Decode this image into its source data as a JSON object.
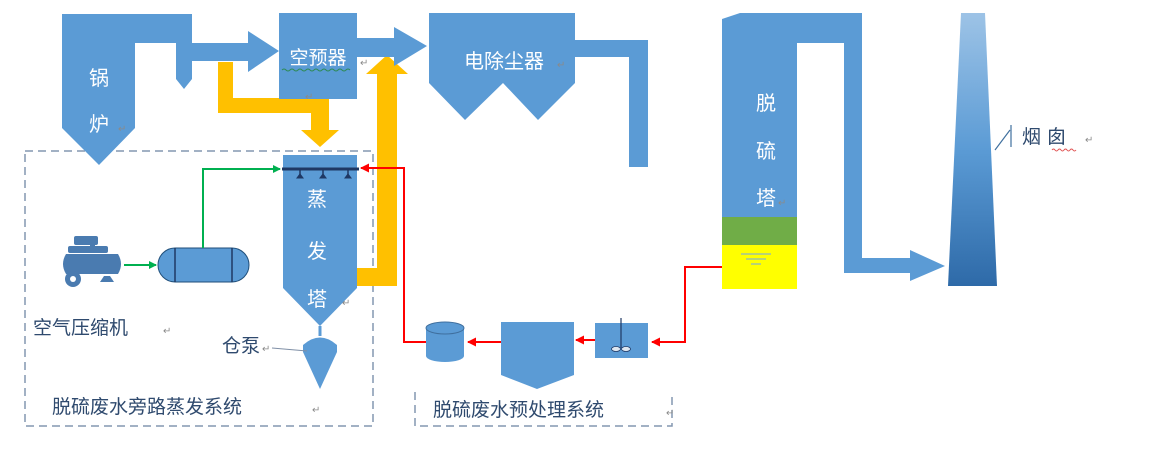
{
  "diagram": {
    "title": "",
    "colors": {
      "equipment": "#5b9bd5",
      "equipment_dark": "#3f6f9e",
      "flue_bypass": "#ffc000",
      "compressed_air": "#00b050",
      "wastewater": "#ff0000",
      "nozzle_bar": "#1f3864",
      "slurry": "#ffff00",
      "packing": "#70ad47",
      "dashed_border": "#8497b0",
      "label_dark": "#2f4a6e"
    },
    "nodes": {
      "boiler": {
        "label_line1": "锅",
        "label_line2": "炉"
      },
      "air_preheater": {
        "label": "空预器"
      },
      "esp": {
        "label": "电除尘器"
      },
      "desulfurization_tower": {
        "label_line1": "脱",
        "label_line2": "硫",
        "label_line3": "塔"
      },
      "chimney": {
        "label": "烟 囱"
      },
      "evaporation_tower": {
        "label_line1": "蒸",
        "label_line2": "发",
        "label_line3": "塔"
      },
      "air_compressor": {
        "label": "空气压缩机"
      },
      "silo_pump": {
        "label": "仓泵"
      },
      "air_tank": {
        "label": ""
      },
      "buffer_tank": {
        "label": ""
      },
      "clarifier": {
        "label": ""
      },
      "mixing_tank": {
        "label": ""
      }
    },
    "groups": {
      "bypass_evaporation_system": {
        "label": "脱硫废水旁路蒸发系统"
      },
      "pretreatment_system": {
        "label": "脱硫废水预处理系统"
      }
    },
    "paragraph_mark": "↵",
    "edges": [
      {
        "from": "boiler",
        "to": "air_preheater",
        "type": "flue_gas"
      },
      {
        "from": "air_preheater",
        "to": "esp",
        "type": "flue_gas"
      },
      {
        "from": "esp",
        "to": "desulfurization_tower",
        "type": "flue_gas"
      },
      {
        "from": "desulfurization_tower",
        "to": "chimney",
        "type": "flue_gas"
      },
      {
        "from": "boiler",
        "to": "evaporation_tower",
        "type": "bypass_flue_gas"
      },
      {
        "from": "evaporation_tower",
        "to": "air_preheater",
        "type": "bypass_flue_gas_return"
      },
      {
        "from": "air_compressor",
        "to": "air_tank",
        "type": "compressed_air"
      },
      {
        "from": "air_tank",
        "to": "evaporation_tower",
        "type": "compressed_air"
      },
      {
        "from": "desulfurization_tower",
        "to": "mixing_tank",
        "type": "wastewater"
      },
      {
        "from": "mixing_tank",
        "to": "clarifier",
        "type": "wastewater"
      },
      {
        "from": "clarifier",
        "to": "buffer_tank",
        "type": "wastewater"
      },
      {
        "from": "buffer_tank",
        "to": "evaporation_tower",
        "type": "wastewater"
      },
      {
        "from": "evaporation_tower",
        "to": "silo_pump",
        "type": "ash"
      }
    ]
  }
}
